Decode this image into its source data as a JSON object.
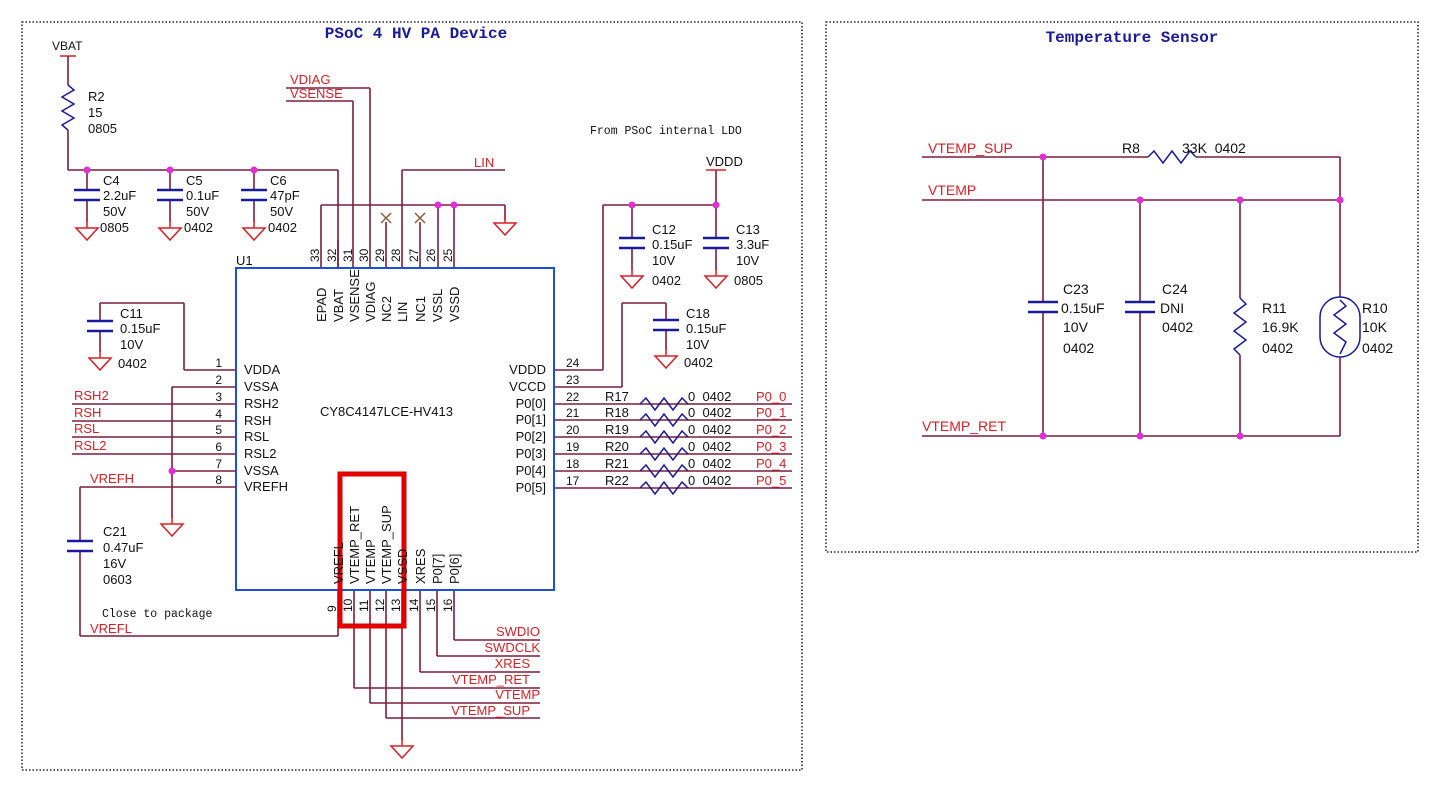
{
  "left_panel": {
    "title": "PSoC 4 HV PA Device",
    "note_ldo": "From PSoC internal LDO",
    "note_close": "Close to package",
    "chip_ref": "U1",
    "chip_part": "CY8C4147LCE-HV413",
    "nets": {
      "vbat": "VBAT",
      "vdiag": "VDIAG",
      "vsense": "VSENSE",
      "lin": "LIN",
      "vddd": "VDDD",
      "rsh2": "RSH2",
      "rsh": "RSH",
      "rsl": "RSL",
      "rsl2": "RSL2",
      "vrefh": "VREFH",
      "vrefl": "VREFL",
      "swdio": "SWDIO",
      "swdclk": "SWDCLK",
      "xres": "XRES",
      "vtemp_ret": "VTEMP_RET",
      "vtemp": "VTEMP",
      "vtemp_sup": "VTEMP_SUP",
      "p0_0": "P0_0",
      "p0_1": "P0_1",
      "p0_2": "P0_2",
      "p0_3": "P0_3",
      "p0_4": "P0_4",
      "p0_5": "P0_5"
    },
    "r2": {
      "ref": "R2",
      "value": "15",
      "pkg": "0805"
    },
    "c4": {
      "ref": "C4",
      "value": "2.2uF",
      "volt": "50V",
      "pkg": "0805"
    },
    "c5": {
      "ref": "C5",
      "value": "0.1uF",
      "volt": "50V",
      "pkg": "0402"
    },
    "c6": {
      "ref": "C6",
      "value": "47pF",
      "volt": "50V",
      "pkg": "0402"
    },
    "c11": {
      "ref": "C11",
      "value": "0.15uF",
      "volt": "10V",
      "pkg": "0402"
    },
    "c12": {
      "ref": "C12",
      "value": "0.15uF",
      "volt": "10V",
      "pkg": "0402"
    },
    "c13": {
      "ref": "C13",
      "value": "3.3uF",
      "volt": "10V",
      "pkg": "0805"
    },
    "c18": {
      "ref": "C18",
      "value": "0.15uF",
      "volt": "10V",
      "pkg": "0402"
    },
    "c21": {
      "ref": "C21",
      "value": "0.47uF",
      "volt": "16V",
      "pkg": "0603"
    },
    "p0_resistors": [
      {
        "ref": "R17",
        "value": "0  0402"
      },
      {
        "ref": "R18",
        "value": "0  0402"
      },
      {
        "ref": "R19",
        "value": "0  0402"
      },
      {
        "ref": "R20",
        "value": "0  0402"
      },
      {
        "ref": "R21",
        "value": "0  0402"
      },
      {
        "ref": "R22",
        "value": "0  0402"
      }
    ],
    "top_pins": [
      {
        "num": "33",
        "name": "EPAD"
      },
      {
        "num": "32",
        "name": "VBAT"
      },
      {
        "num": "31",
        "name": "VSENSE"
      },
      {
        "num": "30",
        "name": "VDIAG"
      },
      {
        "num": "29",
        "name": "NC2"
      },
      {
        "num": "28",
        "name": "LIN"
      },
      {
        "num": "27",
        "name": "NC1"
      },
      {
        "num": "26",
        "name": "VSSL"
      },
      {
        "num": "25",
        "name": "VSSD"
      }
    ],
    "left_pins": [
      {
        "num": "1",
        "name": "VDDA"
      },
      {
        "num": "2",
        "name": "VSSA"
      },
      {
        "num": "3",
        "name": "RSH2"
      },
      {
        "num": "4",
        "name": "RSH"
      },
      {
        "num": "5",
        "name": "RSL"
      },
      {
        "num": "6",
        "name": "RSL2"
      },
      {
        "num": "7",
        "name": "VSSA"
      },
      {
        "num": "8",
        "name": "VREFH"
      }
    ],
    "right_pins": [
      {
        "num": "24",
        "name": "VDDD"
      },
      {
        "num": "23",
        "name": "VCCD"
      },
      {
        "num": "22",
        "name": "P0[0]"
      },
      {
        "num": "21",
        "name": "P0[1]"
      },
      {
        "num": "20",
        "name": "P0[2]"
      },
      {
        "num": "19",
        "name": "P0[3]"
      },
      {
        "num": "18",
        "name": "P0[4]"
      },
      {
        "num": "17",
        "name": "P0[5]"
      }
    ],
    "bottom_pins": [
      {
        "num": "9",
        "name": "VREFL"
      },
      {
        "num": "10",
        "name": "VTEMP_RET"
      },
      {
        "num": "11",
        "name": "VTEMP"
      },
      {
        "num": "12",
        "name": "VTEMP_SUP"
      },
      {
        "num": "13",
        "name": "VSSD"
      },
      {
        "num": "14",
        "name": "XRES"
      },
      {
        "num": "15",
        "name": "P0[7]"
      },
      {
        "num": "16",
        "name": "P0[6]"
      }
    ],
    "highlight_color": "#e00000"
  },
  "right_panel": {
    "title": "Temperature Sensor",
    "nets": {
      "vtemp_sup": "VTEMP_SUP",
      "vtemp": "VTEMP",
      "vtemp_ret": "VTEMP_RET"
    },
    "r8": {
      "ref": "R8",
      "value": "33K  0402"
    },
    "c23": {
      "ref": "C23",
      "value": "0.15uF",
      "volt": "10V",
      "pkg": "0402"
    },
    "c24": {
      "ref": "C24",
      "value": "DNI",
      "pkg": "0402"
    },
    "r11": {
      "ref": "R11",
      "value": "16.9K",
      "pkg": "0402"
    },
    "r10": {
      "ref": "R10",
      "value": "10K",
      "pkg": "0402"
    }
  },
  "colors": {
    "wire": "#7a1f3d",
    "net_label": "#d81f26",
    "component": "#1a1a9a",
    "chip_outline": "#1e4fd8",
    "junction": "#e02fd4"
  }
}
